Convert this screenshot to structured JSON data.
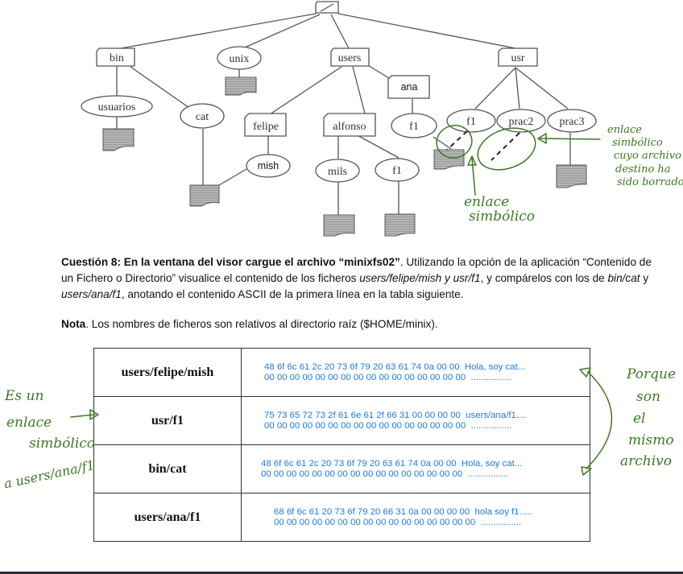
{
  "diagram": {
    "root": "/",
    "nodes": {
      "bin": "bin",
      "unix": "unix",
      "users": "users",
      "usr": "usr",
      "ana": "ana",
      "usuarios": "usuarios",
      "cat": "cat",
      "felipe": "felipe",
      "alfonso": "alfonso",
      "ana_f1": "f1",
      "usr_f1": "f1",
      "prac2": "prac2",
      "prac3": "prac3",
      "mish": "mish",
      "mils": "mils",
      "alfonso_f1": "f1"
    }
  },
  "annotations": {
    "symlink_dangling": [
      "enlace",
      "simbólico",
      "cuyo archivo",
      "destino ha",
      "sido borrado"
    ],
    "symlink": [
      "enlace",
      "simbólico"
    ],
    "left_note": [
      "Es un",
      "enlace",
      "simbólico",
      "a users/ana/f1"
    ],
    "right_note": [
      "Porque",
      "son",
      "el",
      "mismo",
      "archivo"
    ]
  },
  "question": {
    "title": "Cuestión 8: En la ventana del visor cargue el archivo “minixfs02”",
    "text_1": ". Utilizando la opción de la aplicación “Contenido de un Fichero o Directorio” visualice el contenido de los ficheros ",
    "path_1": "users/felipe/mish y usr/f1",
    "text_2": ", y compárelos con los de ",
    "path_2": "bin/cat",
    "text_3": " y ",
    "path_3": "users/ana/f1",
    "text_4": ", anotando el contenido ASCII de la primera línea en la tabla siguiente."
  },
  "note": {
    "label": "Nota",
    "text": ". Los nombres de ficheros son relativos al directorio raíz ($HOME/minix)."
  },
  "table": {
    "rows": [
      {
        "name": "users/felipe/mish",
        "line1": "48 6f 6c 61 2c 20 73 6f 79 20 63 61 74 0a 00 00  Hola, soy cat...",
        "line2": "00 00 00 00 00 00 00 00 00 00 00 00 00 00 00 00  ................"
      },
      {
        "name": "usr/f1",
        "line1": "75 73 65 72 73 2f 61 6e 61 2f 66 31 00 00 00 00  users/ana/f1....",
        "line2": "00 00 00 00 00 00 00 00 00 00 00 00 00 00 00 00  ................"
      },
      {
        "name": "bin/cat",
        "line1": "48 6f 6c 61 2c 20 73 6f 79 20 63 61 74 0a 00 00  Hola, soy cat...",
        "line2": "00 00 00 00 00 00 00 00 00 00 00 00 00 00 00 00  ................"
      },
      {
        "name": "users/ana/f1",
        "line1": "68 6f 6c 61 20 73 6f 79 20 66 31 0a 00 00 00 00  hola soy f1.....",
        "line2": "00 00 00 00 00 00 00 00 00 00 00 00 00 00 00 00  ................"
      }
    ]
  },
  "colors": {
    "hex_text": "#1e7be0",
    "annotation_ink": "#3a7a1f"
  }
}
